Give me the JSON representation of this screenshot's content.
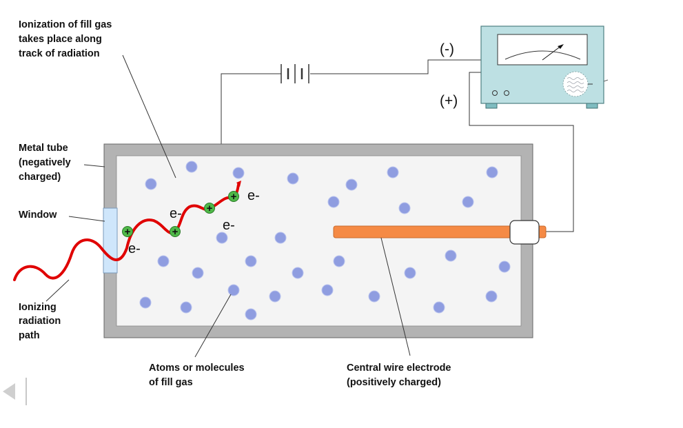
{
  "diagram": {
    "labels": {
      "ionization": [
        "Ionization of fill gas",
        "takes place along",
        "track of radiation"
      ],
      "metal_tube": [
        "Metal tube",
        "(negatively",
        "charged)"
      ],
      "window": "Window",
      "radiation_path": [
        "Ionizing",
        "radiation",
        "path"
      ],
      "atoms": [
        "Atoms or molecules",
        "of fill gas"
      ],
      "central_wire": [
        "Central wire electrode",
        "(positively charged)"
      ],
      "negative_terminal": "(-)",
      "positive_terminal": "(+)"
    },
    "ion_symbols": [
      "+",
      "+",
      "+",
      "+"
    ],
    "electron_labels": [
      "e-",
      "e-",
      "e-",
      "e-"
    ],
    "colors": {
      "tube_wall": "#b3b3b3",
      "tube_interior": "#f4f4f4",
      "gas_atom": "#8f9de0",
      "radiation_path": "#e00000",
      "ion": "#4fb848",
      "electrode": "#f58a45",
      "meter_body": "#bde0e3",
      "window": "#cfe6fb"
    }
  },
  "nav": {
    "back_icon": "back-arrow-icon"
  }
}
